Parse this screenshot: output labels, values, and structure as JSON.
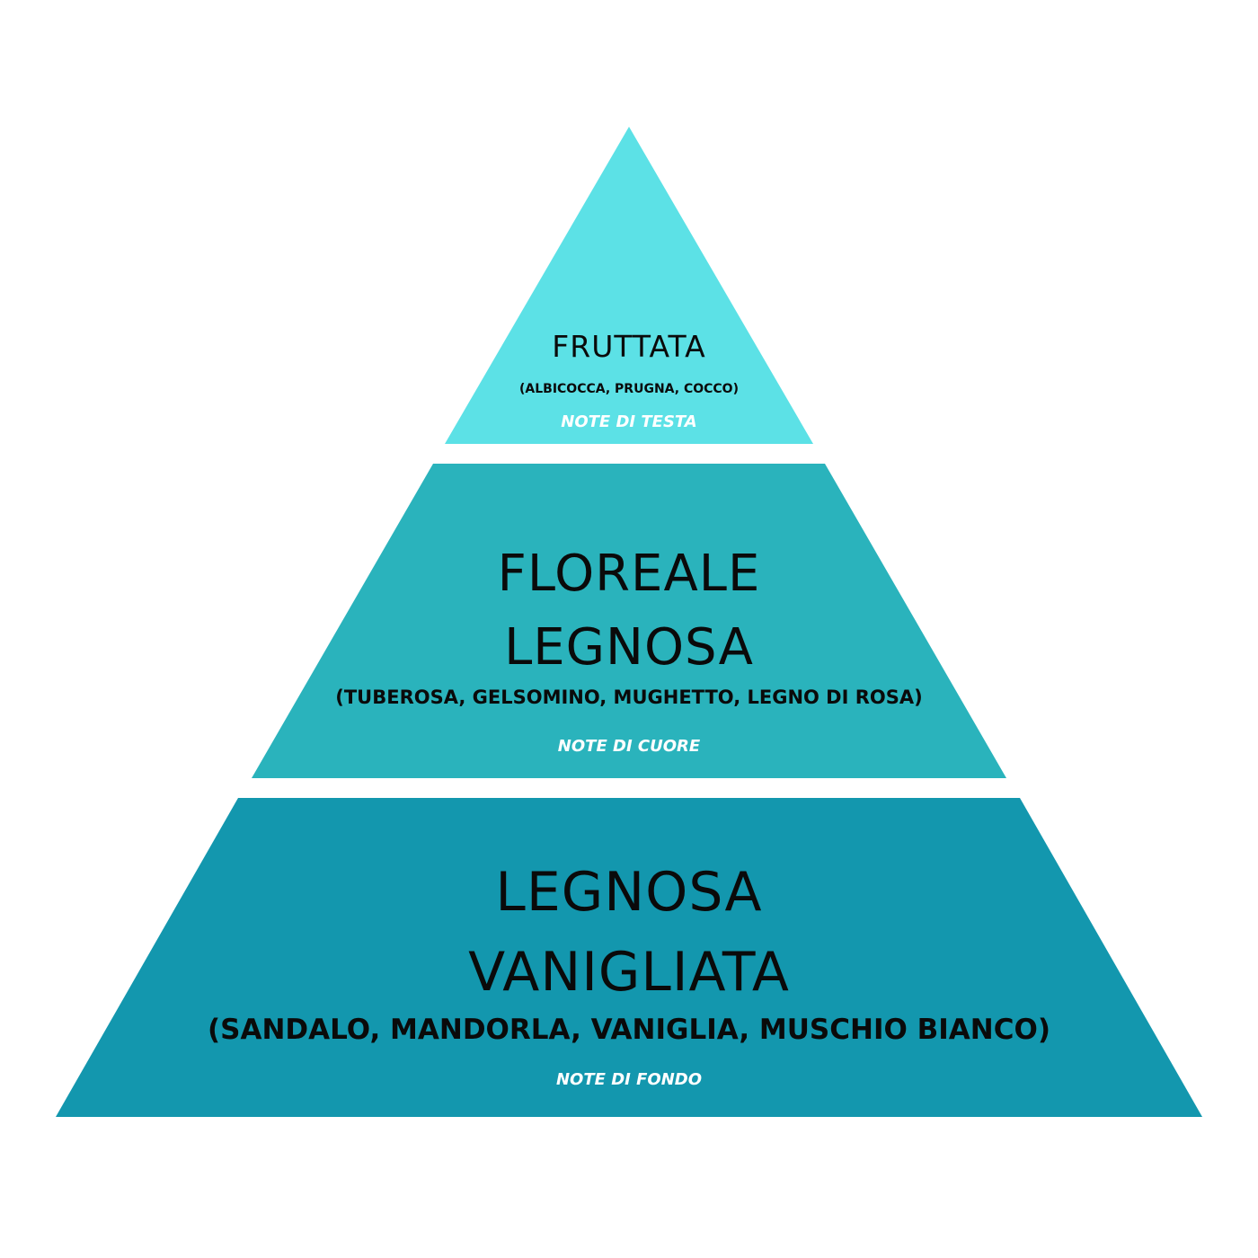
{
  "colors": {
    "top": "#5ce1e6",
    "middle": "#2ab3bc",
    "bottom": "#1397ae",
    "text": "#0a0a0a",
    "note_text": "#ffffff"
  },
  "pyramid": {
    "top": {
      "title": "FRUTTATA",
      "ingredients": "(ALBICOCCA, PRUGNA, COCCO)",
      "note": "NOTE DI TESTA"
    },
    "middle": {
      "title_line1": "FLOREALE",
      "title_line2": "LEGNOSA",
      "ingredients": "(TUBEROSA, GELSOMINO, MUGHETTO, LEGNO DI ROSA)",
      "note": "NOTE DI CUORE"
    },
    "bottom": {
      "title_line1": "LEGNOSA",
      "title_line2": "VANIGLIATA",
      "ingredients": "(SANDALO, MANDORLA, VANIGLIA, MUSCHIO BIANCO)",
      "note": "NOTE DI FONDO"
    }
  }
}
